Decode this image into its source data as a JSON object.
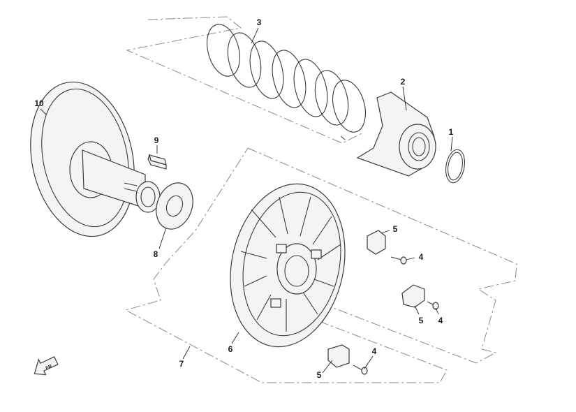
{
  "callouts": {
    "c1": "1",
    "c2": "2",
    "c3": "3",
    "c4a": "4",
    "c4b": "4",
    "c4c": "4",
    "c5a": "5",
    "c5b": "5",
    "c5c": "5",
    "c6": "6",
    "c7": "7",
    "c8": "8",
    "c9": "9",
    "c10": "10"
  },
  "front_marker": {
    "label": "FR",
    "icon": "front-direction-arrow-icon"
  },
  "colors": {
    "line": "#3a3a3a",
    "dash": "#8a8a8a",
    "fill": "#f4f4f4"
  }
}
